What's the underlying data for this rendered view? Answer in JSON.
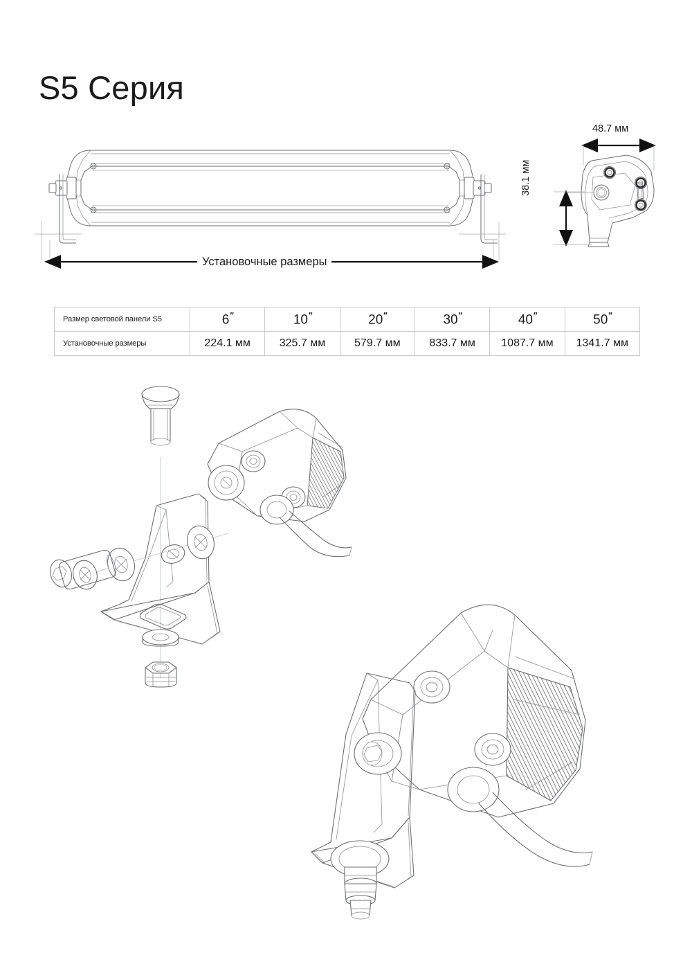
{
  "document": {
    "title": "S5 Серия",
    "background_color": "#ffffff",
    "ink_color": "#1b1b1b",
    "line_color": "#58595b"
  },
  "top_view": {
    "mounting_caption": "Установочные размеры",
    "product_icon": "led-light-bar-top-view",
    "bracket_icon": "l-bracket-icon"
  },
  "side_view": {
    "width_dimension": "48.7 мм",
    "height_dimension": "38.1 мм",
    "housing_icon": "light-head-side-view"
  },
  "spec_table": {
    "row_labels": [
      "Размер световой панели S5",
      "Установочные размеры"
    ],
    "sizes": [
      "6",
      "10",
      "20",
      "30",
      "40",
      "50"
    ],
    "inch_mark": "\"",
    "mounting_dimensions": [
      "224.1 мм",
      "325.7 мм",
      "579.7 мм",
      "833.7 мм",
      "1087.7 мм",
      "1341.7 мм"
    ]
  },
  "assembly": {
    "exploded_icon": "exploded-mount-assembly",
    "assembled_icon": "assembled-light-head",
    "parts": [
      "carriage-bolt-icon",
      "l-bracket-icon",
      "flat-washer-icon",
      "lock-washer-icon",
      "socket-cap-screw-icon",
      "hex-nut-icon",
      "light-head-icon",
      "power-cable-icon"
    ]
  }
}
